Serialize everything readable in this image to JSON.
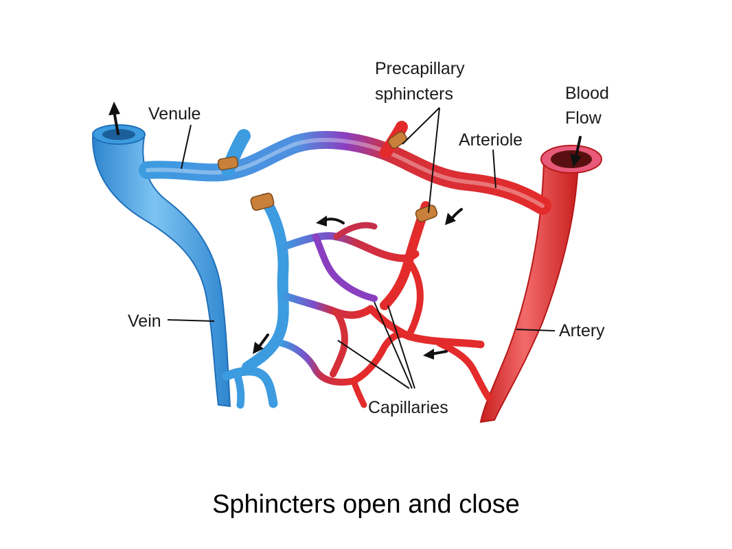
{
  "diagram": {
    "labels": {
      "venule": "Venule",
      "precapillary_line1": "Precapillary",
      "precapillary_line2": "sphincters",
      "blood_line1": "Blood",
      "blood_line2": "Flow",
      "arteriole": "Arteriole",
      "vein": "Vein",
      "artery": "Artery",
      "capillaries": "Capillaries"
    },
    "colors": {
      "vein": "#3d9be0",
      "vein_dark": "#1f6fb8",
      "artery": "#e32b2b",
      "artery_dark": "#b51818",
      "mixed": "#8a3fc0",
      "sphincter": "#c8803a"
    }
  },
  "caption": "Sphincters open and close"
}
